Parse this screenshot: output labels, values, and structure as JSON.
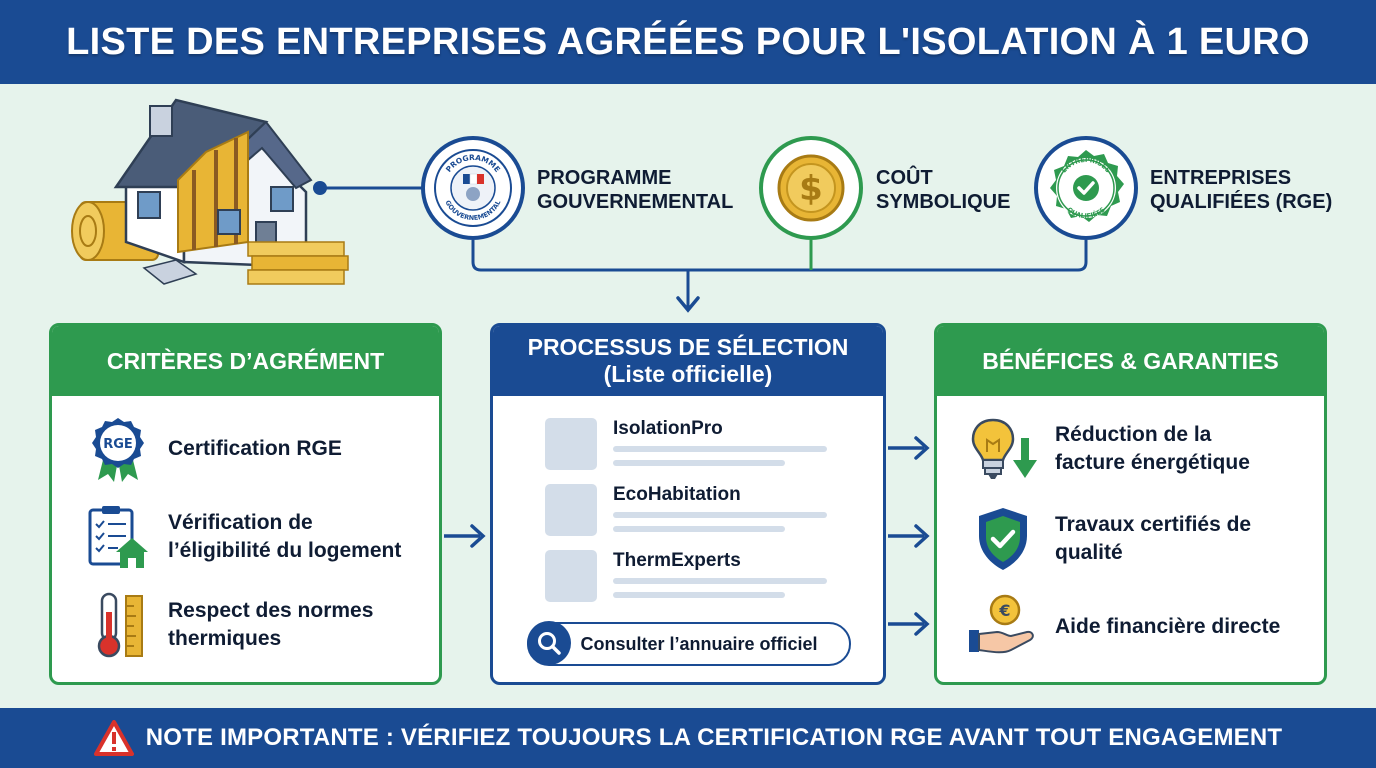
{
  "header": {
    "title": "LISTE DES ENTREPRISES AGRÉÉES POUR L'ISOLATION À 1 EURO"
  },
  "features": [
    {
      "icon": "government-seal-icon",
      "line1": "PROGRAMME",
      "line2": "GOUVERNEMENTAL",
      "seal_top": "PROGRAMME",
      "seal_bottom": "GOUVERNEMENTAL"
    },
    {
      "icon": "dollar-coin-icon",
      "line1": "COÛT",
      "line2": "SYMBOLIQUE"
    },
    {
      "icon": "qualified-badge-icon",
      "line1": "ENTREPRISES",
      "line2": "QUALIFIÉES (RGE)",
      "seal_top": "ENTREPRISES",
      "seal_bottom": "QUALIFIÉES"
    }
  ],
  "criteria": {
    "title": "CRITÈRES D’AGRÉMENT",
    "items": [
      {
        "icon": "rge-ribbon-icon",
        "badge": "RGE",
        "line1": "Certification RGE",
        "line2": ""
      },
      {
        "icon": "checklist-house-icon",
        "line1": "Vérification de",
        "line2": "l’éligibilité du logement"
      },
      {
        "icon": "thermometer-ruler-icon",
        "line1": "Respect des normes",
        "line2": "thermiques"
      }
    ]
  },
  "process": {
    "title_line1": "PROCESSUS DE SÉLECTION",
    "title_line2": "(Liste officielle)",
    "companies": [
      "IsolationPro",
      "EcoHabitation",
      "ThermExperts"
    ],
    "button_label": "Consulter l’annuaire officiel"
  },
  "benefits": {
    "title": "BÉNÉFICES & GARANTIES",
    "items": [
      {
        "icon": "lightbulb-down-arrow-icon",
        "line1": "Réduction de la",
        "line2": "facture énergétique"
      },
      {
        "icon": "shield-check-icon",
        "line1": "Travaux certifiés de",
        "line2": "qualité"
      },
      {
        "icon": "hand-euro-icon",
        "badge": "€",
        "line1": "Aide financière directe",
        "line2": ""
      }
    ]
  },
  "footer": {
    "note": "NOTE IMPORTANTE : VÉRIFIEZ TOUJOURS LA CERTIFICATION RGE AVANT TOUT ENGAGEMENT"
  },
  "colors": {
    "primary_blue": "#1a4b93",
    "green": "#2e9a4f",
    "background": "#e6f3ec",
    "gold": "#e8b535",
    "warning_red": "#d9322b"
  }
}
